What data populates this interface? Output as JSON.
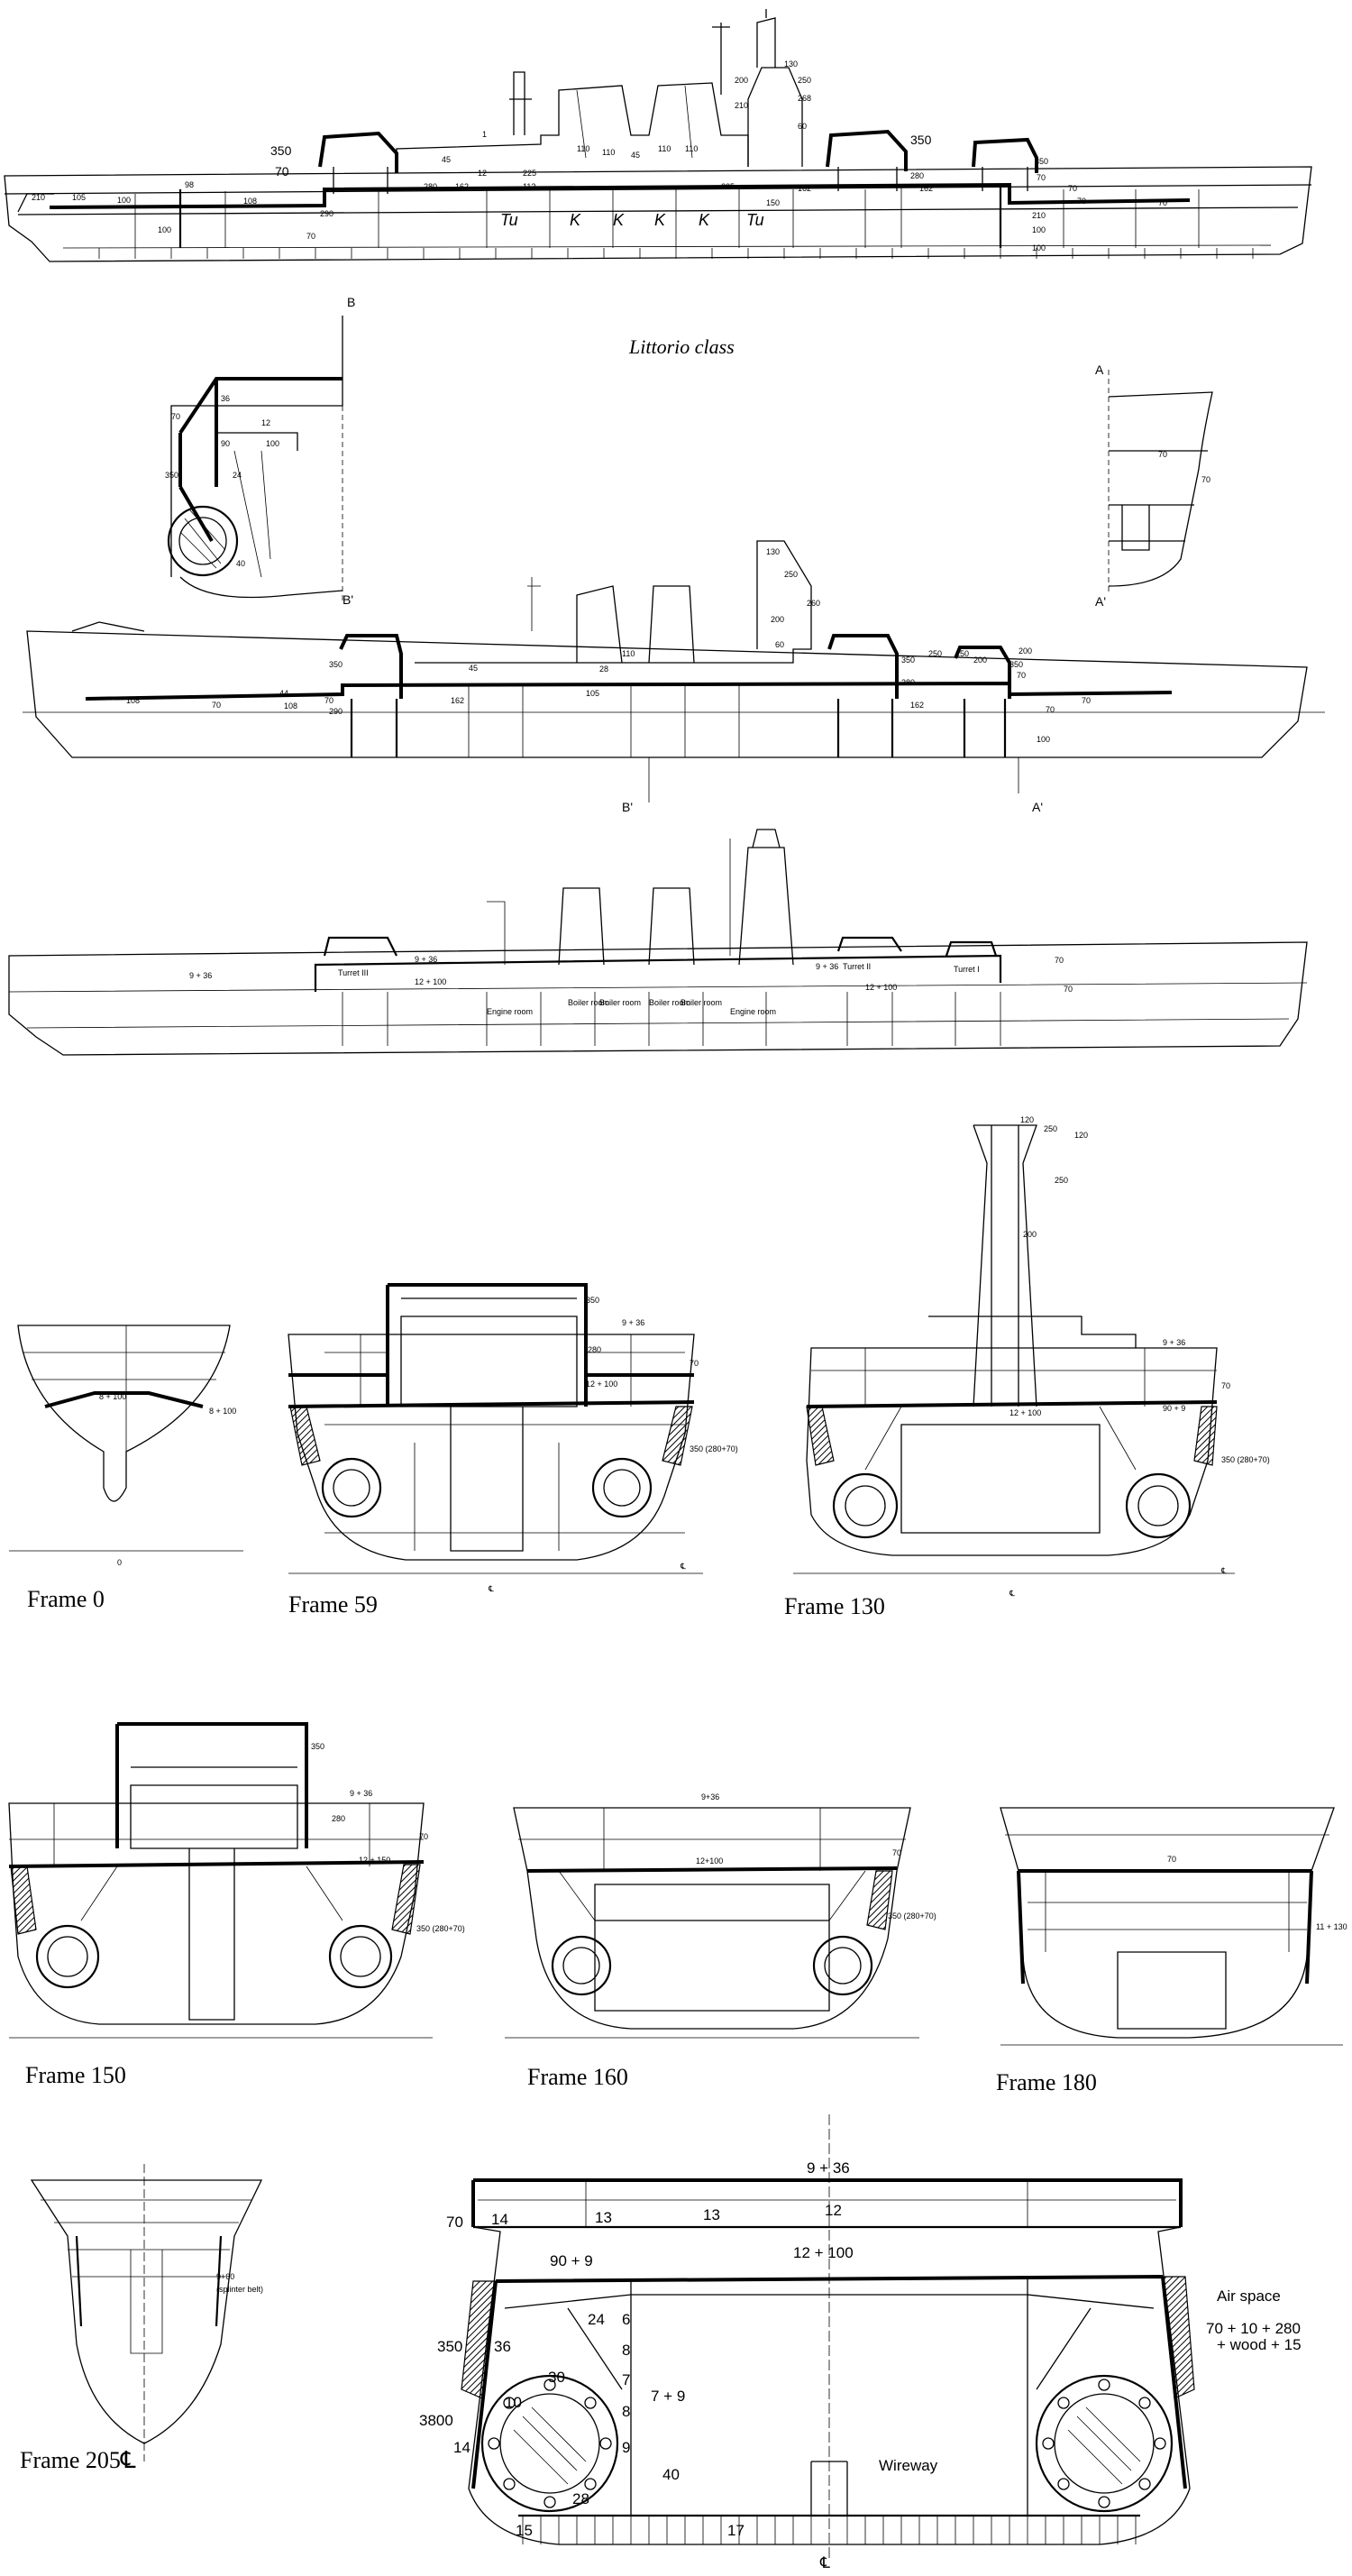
{
  "subtitle": "Littorio class",
  "profile1": {
    "labels": [
      "130",
      "200",
      "210",
      "250",
      "268",
      "60",
      "350",
      "350",
      "70",
      "45",
      "1",
      "12",
      "110",
      "110",
      "45",
      "110",
      "110",
      "225",
      "112",
      "280",
      "162",
      "225",
      "150",
      "162",
      "280",
      "162",
      "70",
      "350",
      "70",
      "70",
      "210",
      "105",
      "98",
      "108",
      "290",
      "70",
      "100",
      "100",
      "210",
      "100",
      "100",
      "70",
      "Tu",
      "K",
      "K",
      "K",
      "K",
      "Tu"
    ]
  },
  "section_b": {
    "labels": [
      "B",
      "B'",
      "36",
      "12",
      "90",
      "100",
      "350",
      "24",
      "70",
      "40"
    ]
  },
  "section_a": {
    "labels": [
      "A",
      "A'",
      "70",
      "70"
    ]
  },
  "profile2": {
    "labels": [
      "130",
      "250",
      "260",
      "200",
      "60",
      "350",
      "70",
      "45",
      "162",
      "110",
      "28",
      "105",
      "350",
      "250",
      "150",
      "200",
      "280",
      "162",
      "70",
      "350",
      "70",
      "70",
      "44",
      "108",
      "108",
      "70",
      "290",
      "100",
      "200",
      "B'",
      "A'"
    ]
  },
  "profile3": {
    "labels": [
      "Engine room",
      "Engine room",
      "Boiler room",
      "Boiler room",
      "Boiler room",
      "Boiler room",
      "Turret III",
      "Turret II",
      "Turret I",
      "9 + 36",
      "12 + 100",
      "9 + 36",
      "12 + 100",
      "70",
      "9 + 36",
      "70"
    ]
  },
  "frames": {
    "f0": {
      "caption": "Frame 0",
      "labels": [
        "8 + 100",
        "8 + 100",
        "0"
      ]
    },
    "f59": {
      "caption": "Frame 59",
      "labels": [
        "350",
        "9 + 36",
        "280",
        "70",
        "12 + 100",
        "350 (280+70)",
        "℄",
        "℄"
      ]
    },
    "f130": {
      "caption": "Frame 130",
      "labels": [
        "120",
        "250",
        "120",
        "250",
        "200",
        "9 + 36",
        "70",
        "12 + 100",
        "90 + 9",
        "350 (280+70)",
        "℄",
        "℄"
      ]
    },
    "f150": {
      "caption": "Frame 150",
      "labels": [
        "350",
        "9 + 36",
        "280",
        "70",
        "12 + 150",
        "350 (280+70)"
      ]
    },
    "f160": {
      "caption": "Frame 160",
      "labels": [
        "9+36",
        "12+100",
        "70",
        "350 (280+70)"
      ]
    },
    "f180": {
      "caption": "Frame 180",
      "labels": [
        "70",
        "11 + 130"
      ]
    },
    "f205": {
      "caption": "Frame 205℄",
      "labels": [
        "9+60",
        "(splinter belt)"
      ]
    },
    "detail": {
      "labels": [
        "9 + 36",
        "70",
        "14",
        "13",
        "13",
        "12",
        "12 + 100",
        "90 + 9",
        "24",
        "6",
        "350",
        "36",
        "30",
        "8",
        "7",
        "7 + 9",
        "3800",
        "10",
        "8",
        "14",
        "9",
        "40",
        "28",
        "15",
        "17",
        "Air space",
        "70 + 10 + 280",
        "+ wood + 15",
        "Wireway",
        "℄"
      ]
    }
  }
}
